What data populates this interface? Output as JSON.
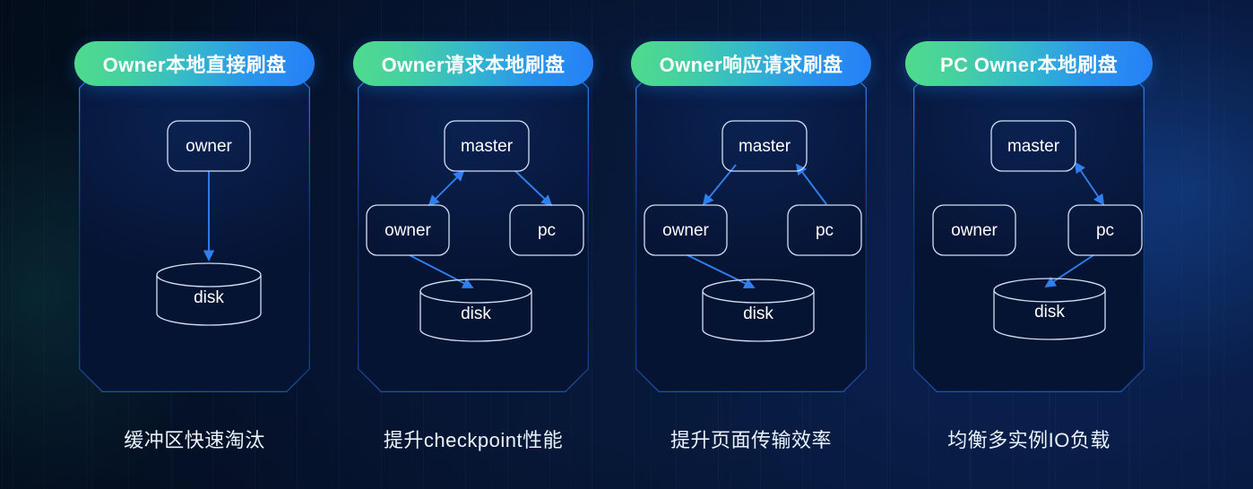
{
  "theme": {
    "background_dark": "#061229",
    "accent_blue": "#2f7ff0",
    "accent_green": "#4fdc8b",
    "node_stroke": "#cfe0f5",
    "text_primary": "#ffffff",
    "caption_color": "#eaf2ff"
  },
  "panels": [
    {
      "id": "panel-owner-local-direct-flush",
      "title": "Owner本地直接刷盘",
      "caption": "缓冲区快速淘汰",
      "nodes": [
        {
          "name": "owner",
          "label": "owner",
          "shape": "rounded-rect"
        },
        {
          "name": "disk",
          "label": "disk",
          "shape": "cylinder"
        }
      ],
      "edges": [
        {
          "from": "owner",
          "to": "disk",
          "direction": "one-way"
        }
      ]
    },
    {
      "id": "panel-owner-request-local-flush",
      "title": "Owner请求本地刷盘",
      "caption": "提升checkpoint性能",
      "nodes": [
        {
          "name": "master",
          "label": "master",
          "shape": "rounded-rect"
        },
        {
          "name": "owner",
          "label": "owner",
          "shape": "rounded-rect"
        },
        {
          "name": "pc",
          "label": "pc",
          "shape": "rounded-rect"
        },
        {
          "name": "disk",
          "label": "disk",
          "shape": "cylinder"
        }
      ],
      "edges": [
        {
          "from": "owner",
          "to": "master",
          "direction": "two-way"
        },
        {
          "from": "master",
          "to": "pc",
          "direction": "one-way"
        },
        {
          "from": "owner",
          "to": "disk",
          "direction": "one-way"
        }
      ]
    },
    {
      "id": "panel-owner-respond-request-flush",
      "title": "Owner响应请求刷盘",
      "caption": "提升页面传输效率",
      "nodes": [
        {
          "name": "master",
          "label": "master",
          "shape": "rounded-rect"
        },
        {
          "name": "owner",
          "label": "owner",
          "shape": "rounded-rect"
        },
        {
          "name": "pc",
          "label": "pc",
          "shape": "rounded-rect"
        },
        {
          "name": "disk",
          "label": "disk",
          "shape": "cylinder"
        }
      ],
      "edges": [
        {
          "from": "master",
          "to": "owner",
          "direction": "one-way"
        },
        {
          "from": "pc",
          "to": "master",
          "direction": "one-way"
        },
        {
          "from": "owner",
          "to": "disk",
          "direction": "one-way"
        }
      ]
    },
    {
      "id": "panel-pc-owner-local-flush",
      "title": "PC Owner本地刷盘",
      "caption": "均衡多实例IO负载",
      "nodes": [
        {
          "name": "master",
          "label": "master",
          "shape": "rounded-rect"
        },
        {
          "name": "owner",
          "label": "owner",
          "shape": "rounded-rect"
        },
        {
          "name": "pc",
          "label": "pc",
          "shape": "rounded-rect"
        },
        {
          "name": "disk",
          "label": "disk",
          "shape": "cylinder"
        }
      ],
      "edges": [
        {
          "from": "master",
          "to": "pc",
          "direction": "two-way"
        },
        {
          "from": "pc",
          "to": "disk",
          "direction": "one-way"
        }
      ]
    }
  ]
}
